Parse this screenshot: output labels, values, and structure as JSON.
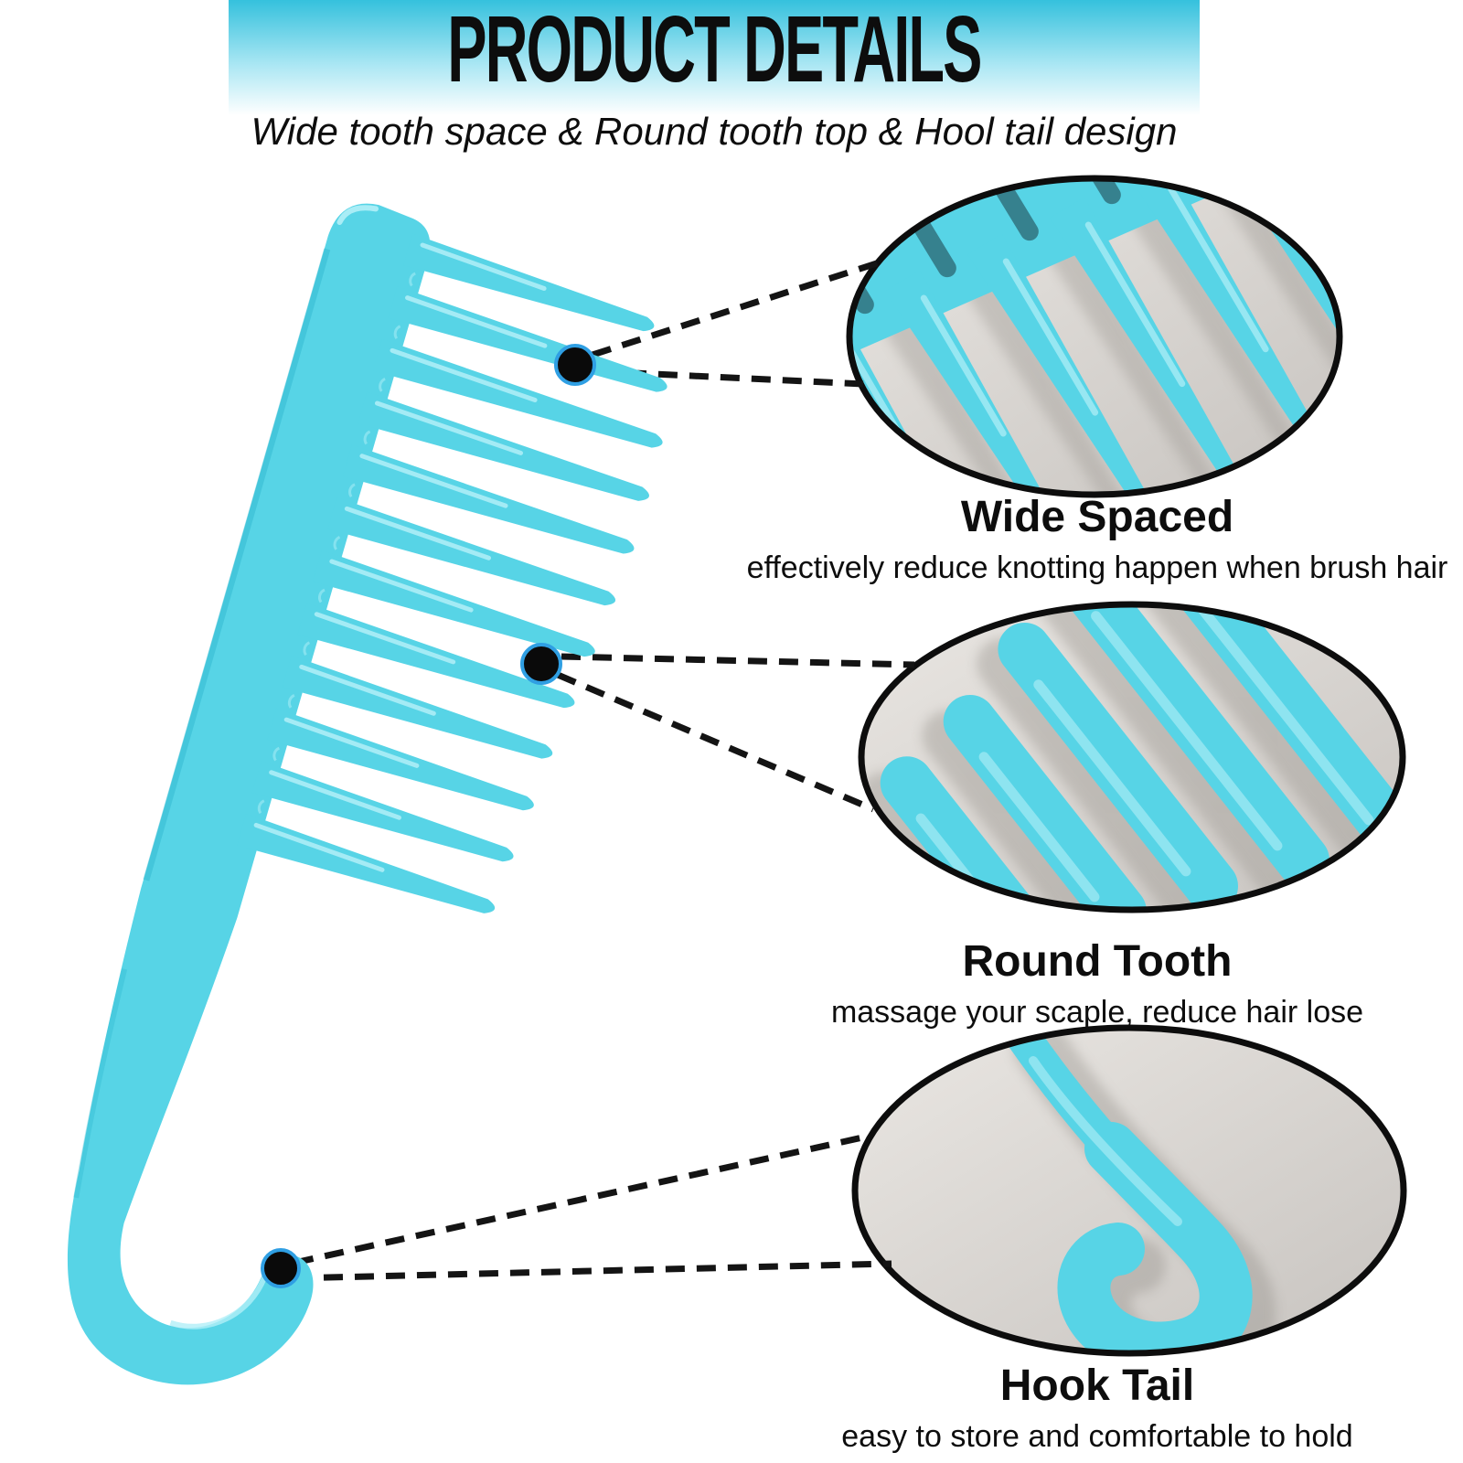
{
  "header": {
    "title": "PRODUCT DETAILS",
    "subtitle": "Wide tooth space & Round tooth top & Hool tail design"
  },
  "features": [
    {
      "title": "Wide Spaced",
      "description": "effectively reduce knotting happen when brush hair"
    },
    {
      "title": "Round Tooth",
      "description": "massage your scaple, reduce hair lose"
    },
    {
      "title": "Hook Tail",
      "description": "easy to store and comfortable to hold"
    }
  ],
  "colors": {
    "banner_top": "#35c1dd",
    "banner_mid": "#a8e6f3",
    "text": "#0d0d0d",
    "comb": "#57d4e6",
    "comb_dark": "#2fb6cf",
    "comb_hi": "#b2eff7",
    "slot_shadow": "#2e6b78",
    "dot_ring": "#2f9fe3",
    "line": "#141414",
    "inset_bg_light": "#eae7e3",
    "inset_bg_dark": "#c7c3bf"
  }
}
